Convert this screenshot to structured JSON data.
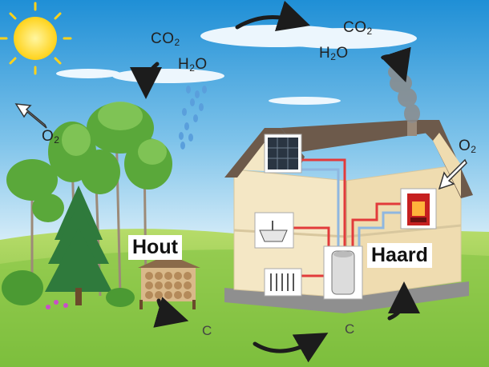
{
  "labels": {
    "hout": "Hout",
    "haard": "Haard",
    "co2_left": {
      "base": "CO",
      "sub": "2"
    },
    "h2o_left": {
      "pre": "H",
      "sub": "2",
      "post": "O"
    },
    "co2_right": {
      "base": "CO",
      "sub": "2"
    },
    "h2o_right": {
      "pre": "H",
      "sub": "2",
      "post": "O"
    },
    "o2_left": {
      "base": "O",
      "sub": "2"
    },
    "o2_right": {
      "base": "O",
      "sub": "2"
    },
    "c_left": "C",
    "c_right": "C"
  },
  "icons": [
    "sun-icon",
    "cloud-icon",
    "rain-icon",
    "tree-icon",
    "woodpile-icon",
    "house-icon",
    "chimney-smoke-icon",
    "solar-panel-icon",
    "stove-icon",
    "bathtub-icon",
    "radiator-icon",
    "boiler-icon",
    "cycle-arrow-icon"
  ],
  "colors": {
    "sky_top": "#1f8fd6",
    "sky_bottom": "#d8eef8",
    "grass": "#8cc63f",
    "grass_dark": "#5fa32a",
    "house_wall": "#f4e7c5",
    "roof": "#6d5a4b",
    "pipe_hot": "#e23b3b",
    "pipe_cold": "#8fb7e0",
    "arrow": "#1c1c1c"
  }
}
